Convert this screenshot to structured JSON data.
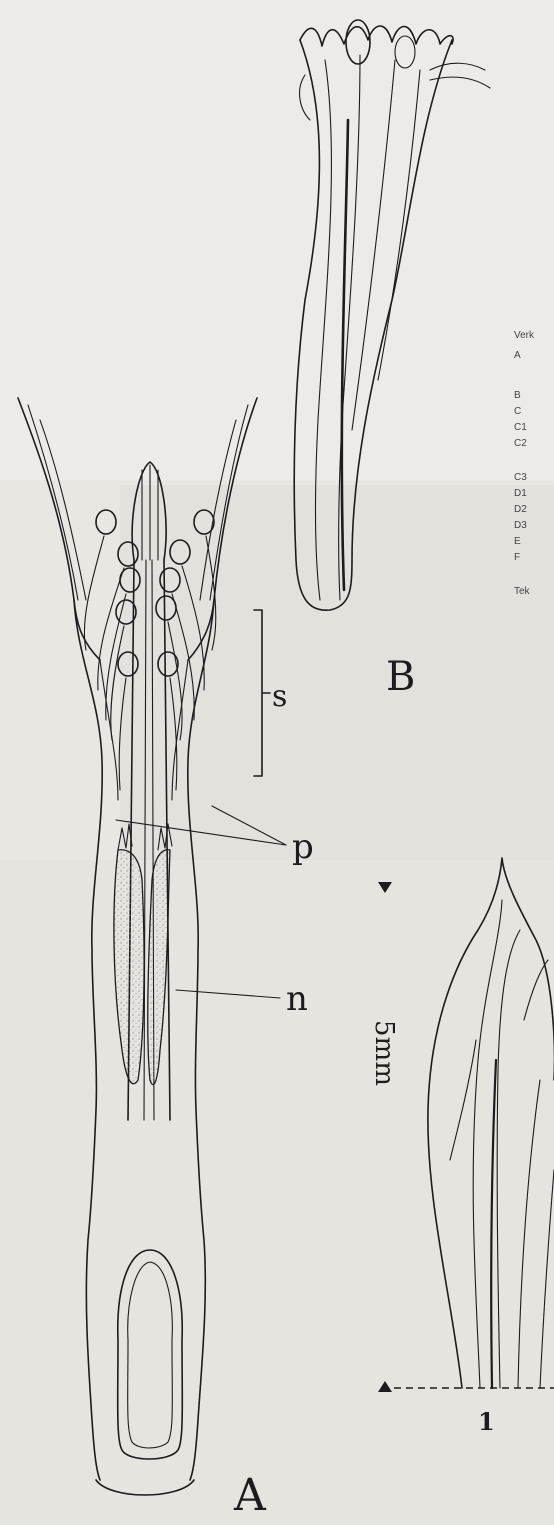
{
  "figure_labels": {
    "A": "A",
    "B": "B",
    "s": "s",
    "p": "p",
    "n": "n",
    "scale": "5mm",
    "fig_number": "1"
  },
  "legend": {
    "heading": "Verk",
    "codes": [
      "A",
      "B",
      "C",
      "C1",
      "C2",
      "C3",
      "D1",
      "D2",
      "D3",
      "E",
      "F"
    ],
    "footer": "Tek"
  },
  "colors": {
    "paper": "#e9e7e2",
    "ink": "#1c1c1c",
    "nectar_stipple": "#8a8a8a"
  }
}
